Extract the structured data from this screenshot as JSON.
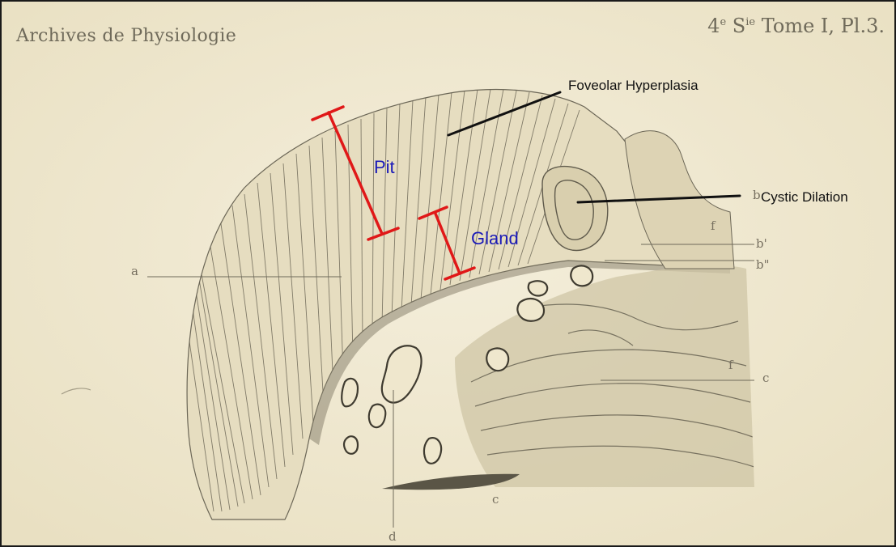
{
  "header": {
    "left_title": "Archives de Physiologie",
    "right_series_prefix": "4",
    "right_series_sup1": "e",
    "right_series_mid": " S",
    "right_series_sup2": "ie",
    "right_series_suffix": " Tome I, Pl.3."
  },
  "annotations": {
    "foveolar": "Foveolar Hyperplasia",
    "cystic": "Cystic Dilation",
    "pit": "Pit",
    "gland": "Gland"
  },
  "letters": {
    "a": "a",
    "b": "b",
    "b1": "b'",
    "b2": "b\"",
    "f_top": "f",
    "f_mid": "f",
    "c_right": "c",
    "c_bottom": "c",
    "d": "d"
  },
  "colors": {
    "plate_bg": "#f1ead3",
    "marker_red": "#e01818",
    "label_blue": "#1a1ab8",
    "leader_black": "#111111"
  }
}
